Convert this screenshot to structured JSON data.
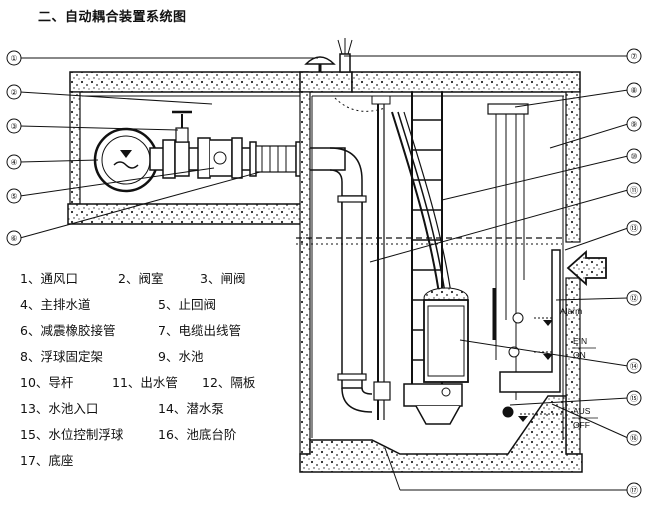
{
  "title": "二、自动耦合装置系统图",
  "callout_numbers": [
    "①",
    "②",
    "③",
    "④",
    "⑤",
    "⑥",
    "⑦",
    "⑧",
    "⑨",
    "⑩",
    "⑪",
    "⑫",
    "⑬",
    "⑭",
    "⑮",
    "⑯",
    "⑰"
  ],
  "level_labels": {
    "alarm": "Alarm",
    "ein": "EIN",
    "on": "ON",
    "aus": "AUS",
    "off": "OFF"
  },
  "legend": [
    [
      "1、通风口",
      "2、阀室",
      "3、闸阀"
    ],
    [
      "4、主排水道",
      "5、止回阀"
    ],
    [
      "6、减震橡胶接管",
      "7、电缆出线管"
    ],
    [
      "8、浮球固定架",
      "9、水池"
    ],
    [
      "10、导杆",
      "11、出水管",
      "12、隔板"
    ],
    [
      "13、水池入口",
      "14、潜水泵"
    ],
    [
      "15、水位控制浮球",
      "16、池底台阶"
    ],
    [
      "17、底座"
    ]
  ]
}
